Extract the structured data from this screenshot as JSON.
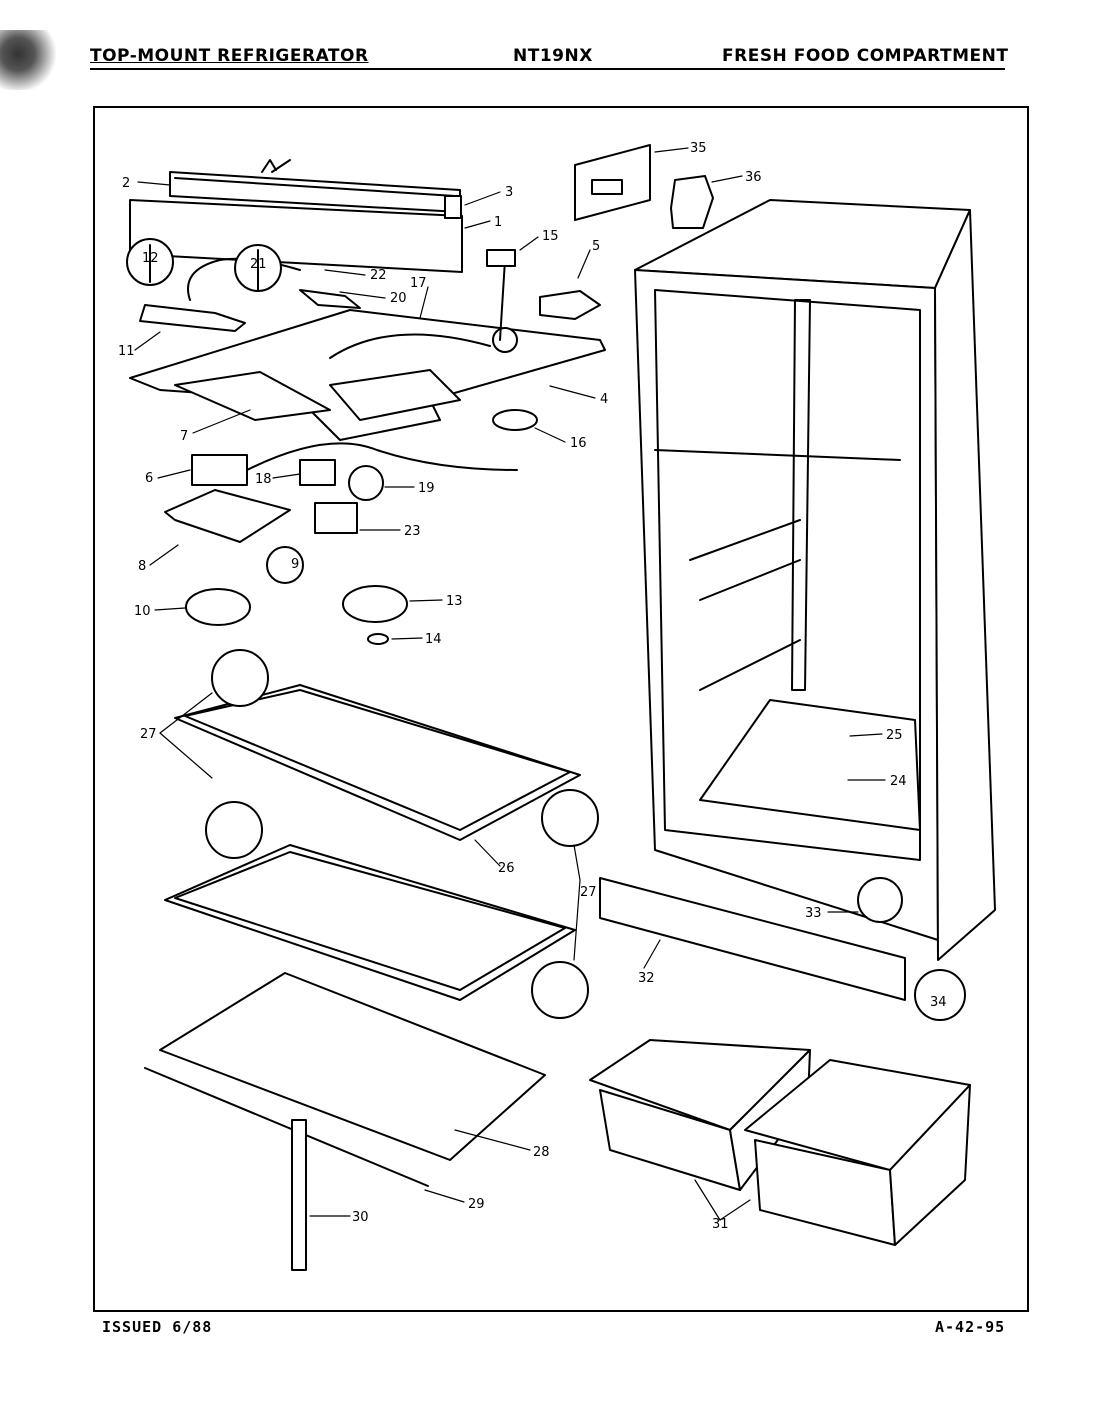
{
  "header": {
    "left": "TOP-MOUNT REFRIGERATOR",
    "center": "NT19NX",
    "right": "FRESH FOOD COMPARTMENT"
  },
  "footer": {
    "issued": "ISSUED 6/88",
    "code": "A-42-95"
  },
  "callouts": [
    "1",
    "2",
    "3",
    "4",
    "5",
    "6",
    "7",
    "8",
    "9",
    "10",
    "11",
    "12",
    "13",
    "14",
    "15",
    "16",
    "17",
    "18",
    "19",
    "20",
    "21",
    "22",
    "23",
    "24",
    "25",
    "26",
    "27",
    "28",
    "29",
    "30",
    "31",
    "32",
    "33",
    "34",
    "35",
    "36"
  ]
}
